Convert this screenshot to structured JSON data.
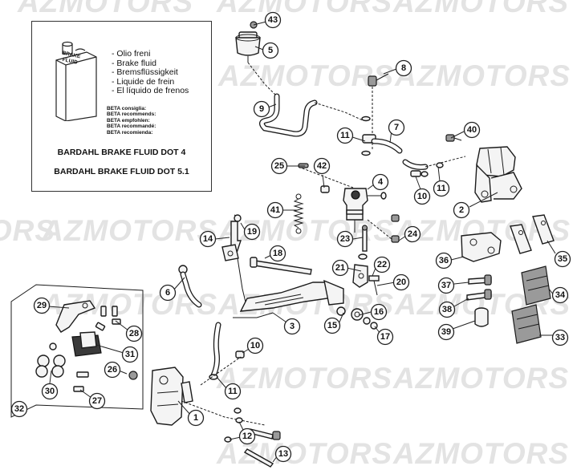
{
  "watermark": "AZMOTORS",
  "fluid_box": {
    "can_label": "BRAKE FLUID",
    "fluid_names": [
      "- Olio freni",
      "- Brake fluid",
      "- Bremsflüssigkeit",
      "- Liquide de frein",
      "- El líquido de frenos"
    ],
    "recommend_lines": [
      "BETA consiglia:",
      "BETA recommends:",
      "BETA empfohlen:",
      "BETA recommandé:",
      "BETA recomienda:"
    ],
    "products": [
      "BARDAHL BRAKE FLUID DOT 4",
      "BARDAHL BRAKE FLUID DOT 5.1"
    ]
  },
  "callouts": [
    "1",
    "2",
    "3",
    "4",
    "5",
    "6",
    "7",
    "8",
    "9",
    "10",
    "10",
    "11",
    "11",
    "11",
    "12",
    "13",
    "14",
    "15",
    "16",
    "17",
    "18",
    "19",
    "20",
    "21",
    "22",
    "23",
    "24",
    "25",
    "26",
    "27",
    "28",
    "29",
    "30",
    "31",
    "32",
    "33",
    "34",
    "35",
    "36",
    "37",
    "38",
    "39",
    "40",
    "41",
    "42",
    "43"
  ]
}
